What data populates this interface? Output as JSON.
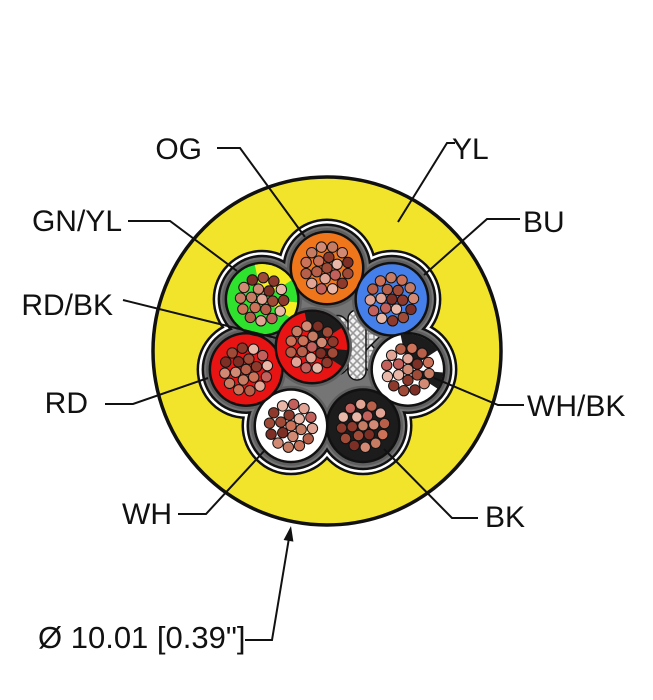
{
  "diagram": {
    "type": "cable-cross-section",
    "dimension_label": "Ø 10.01 [0.39\"]",
    "callouts": [
      {
        "id": "og",
        "label": "OG",
        "target": "orange conductor"
      },
      {
        "id": "yl",
        "label": "YL",
        "target": "yellow jacket"
      },
      {
        "id": "gn_yl",
        "label": "GN/YL",
        "target": "green/yellow conductor"
      },
      {
        "id": "bu",
        "label": "BU",
        "target": "blue conductor"
      },
      {
        "id": "rd_bk",
        "label": "RD/BK",
        "target": "red/black conductor"
      },
      {
        "id": "rd",
        "label": "RD",
        "target": "red conductor"
      },
      {
        "id": "wh_bk",
        "label": "WH/BK",
        "target": "white/black conductor"
      },
      {
        "id": "wh",
        "label": "WH",
        "target": "white conductor"
      },
      {
        "id": "bk",
        "label": "BK",
        "target": "black conductor"
      }
    ],
    "conductors": [
      {
        "label": "OG",
        "base": "orange"
      },
      {
        "label": "BU",
        "base": "blue"
      },
      {
        "label": "WH/BK",
        "base": "white",
        "stripe": "black"
      },
      {
        "label": "BK",
        "base": "black"
      },
      {
        "label": "WH",
        "base": "white"
      },
      {
        "label": "RD",
        "base": "red"
      },
      {
        "label": "GN/YL",
        "base": "green",
        "stripe": "stripe_yellow"
      },
      {
        "label": "RD/BK",
        "base": "red",
        "stripe": "black"
      }
    ],
    "colors": {
      "jacket_yellow": "#f2e42a",
      "outline_black": "#111111",
      "core_gray": "#757575",
      "core_shadow": "#5f5f5f",
      "tape_white": "#ffffff",
      "orange": "#f0761c",
      "blue": "#4580ea",
      "green": "#2ee22e",
      "stripe_yellow": "#f6ee22",
      "red": "#e81414",
      "white": "#ffffff",
      "black": "#1c1c1c",
      "filler_bg": "#f2f2f2",
      "filler_hatch": "#9a9a9a",
      "copper_palette": [
        "#a04a38",
        "#c67b63",
        "#e2a494",
        "#8d3a2c",
        "#d28a74",
        "#b75f49",
        "#eab8a8",
        "#7d2f26",
        "#cc7258",
        "#c3605c"
      ]
    }
  }
}
